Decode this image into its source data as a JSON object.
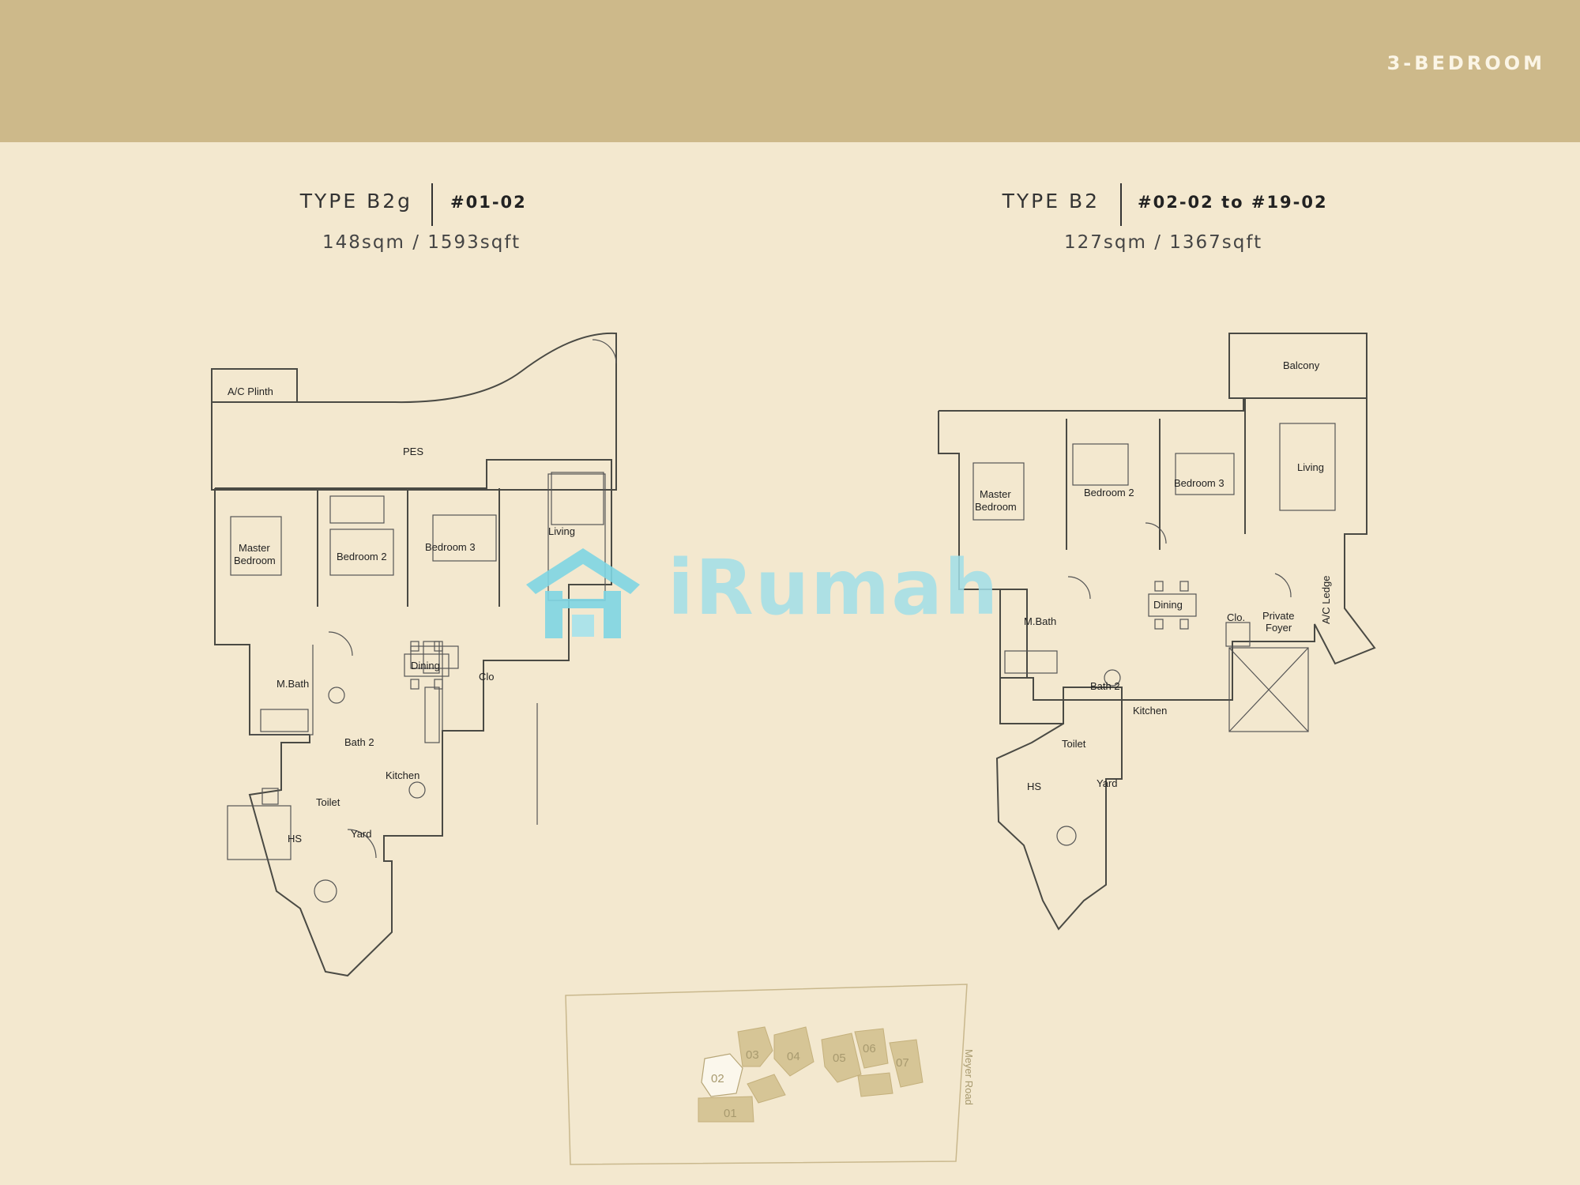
{
  "header": {
    "category": "3-BEDROOM"
  },
  "plans": [
    {
      "type": "TYPE B2g",
      "units": "#01-02",
      "area": "148sqm / 1593sqft",
      "rooms": {
        "ac_plinth": "A/C Plinth",
        "pes": "PES",
        "master_bedroom_1": "Master",
        "master_bedroom_2": "Bedroom",
        "bedroom2": "Bedroom 2",
        "bedroom3": "Bedroom 3",
        "living": "Living",
        "dining": "Dining",
        "clo": "Clo",
        "mbath": "M.Bath",
        "bath2": "Bath 2",
        "kitchen": "Kitchen",
        "toilet": "Toilet",
        "yard": "Yard",
        "hs": "HS"
      }
    },
    {
      "type": "TYPE B2",
      "units": "#02-02 to #19-02",
      "area": "127sqm / 1367sqft",
      "rooms": {
        "balcony": "Balcony",
        "master_bedroom_1": "Master",
        "master_bedroom_2": "Bedroom",
        "bedroom2": "Bedroom 2",
        "bedroom3": "Bedroom 3",
        "living": "Living",
        "ac_ledge": "A/C Ledge",
        "dining": "Dining",
        "clo": "Clo.",
        "private_foyer_1": "Private",
        "private_foyer_2": "Foyer",
        "mbath": "M.Bath",
        "bath2": "Bath 2",
        "kitchen": "Kitchen",
        "toilet": "Toilet",
        "yard": "Yard",
        "hs": "HS"
      }
    }
  ],
  "key_plan": {
    "blocks": [
      "01",
      "02",
      "03",
      "04",
      "05",
      "06",
      "07"
    ],
    "highlighted": "02",
    "road": "Meyer Road"
  },
  "watermark": {
    "text": "iRumah"
  },
  "colors": {
    "header_band": "#cdb98a",
    "page": "#f3e8cf",
    "watermark": "#7fd6e3",
    "key_plan_block": "#d6c596"
  }
}
